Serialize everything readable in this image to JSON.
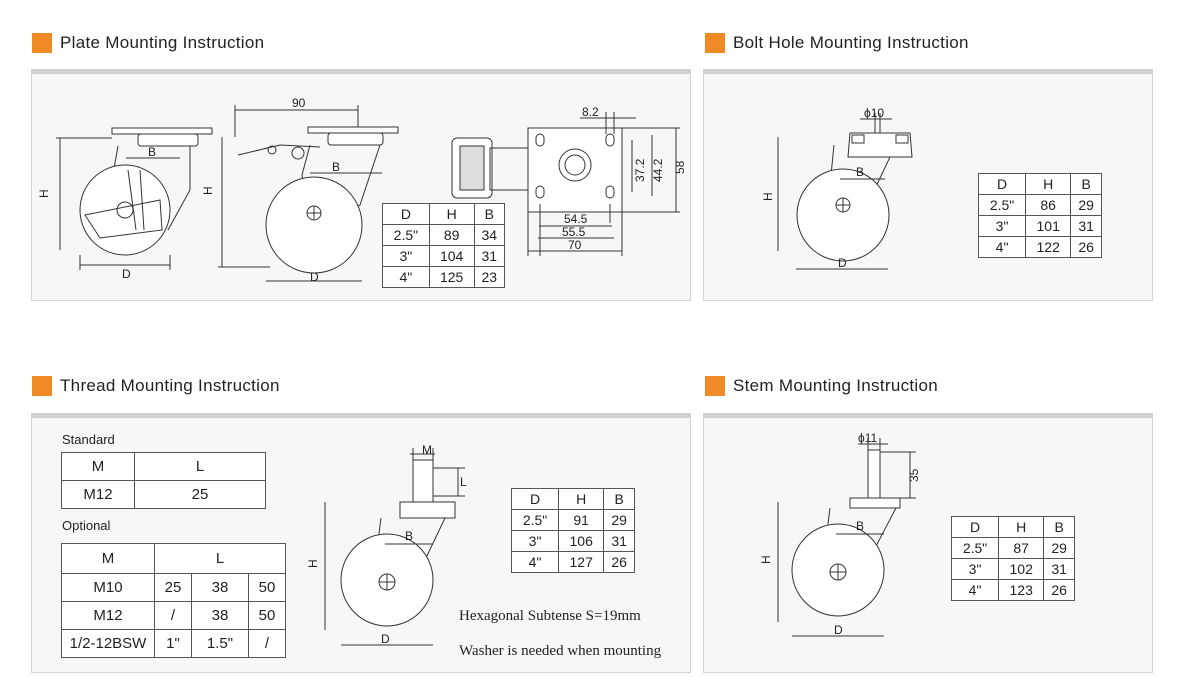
{
  "sections": {
    "plate": {
      "title": "Plate Mounting Instruction",
      "dims": {
        "width": "90",
        "b": "B",
        "h": "H",
        "d": "D",
        "bolt": "8.2",
        "w1": "54.5",
        "w2": "55.5",
        "w3": "70",
        "v1": "37.2",
        "v2": "44.2",
        "v3": "58"
      },
      "table": {
        "headers": [
          "D",
          "H",
          "B"
        ],
        "rows": [
          [
            "2.5\"",
            "89",
            "34"
          ],
          [
            "3\"",
            "104",
            "31"
          ],
          [
            "4\"",
            "125",
            "23"
          ]
        ]
      }
    },
    "bolt": {
      "title": "Bolt Hole Mounting Instruction",
      "dims": {
        "phi": "ϕ10",
        "b": "B",
        "h": "H",
        "d": "D"
      },
      "table": {
        "headers": [
          "D",
          "H",
          "B"
        ],
        "rows": [
          [
            "2.5\"",
            "86",
            "29"
          ],
          [
            "3\"",
            "101",
            "31"
          ],
          [
            "4\"",
            "122",
            "26"
          ]
        ]
      }
    },
    "thread": {
      "title": "Thread Mounting Instruction",
      "standard_label": "Standard",
      "standard_table": {
        "headers": [
          "M",
          "L"
        ],
        "rows": [
          [
            "M12",
            "25"
          ]
        ]
      },
      "optional_label": "Optional",
      "optional_table": {
        "headers": [
          "M",
          "L"
        ],
        "rows": [
          [
            "M10",
            "25",
            "38",
            "50"
          ],
          [
            "M12",
            "/",
            "38",
            "50"
          ],
          [
            "1/2-12BSW",
            "1\"",
            "1.5\"",
            "/"
          ]
        ]
      },
      "dims": {
        "m": "M",
        "l": "L",
        "b": "B",
        "h": "H",
        "d": "D"
      },
      "table": {
        "headers": [
          "D",
          "H",
          "B"
        ],
        "rows": [
          [
            "2.5\"",
            "91",
            "29"
          ],
          [
            "3\"",
            "106",
            "31"
          ],
          [
            "4\"",
            "127",
            "26"
          ]
        ]
      },
      "note1": "Hexagonal Subtense S=19mm",
      "note2": "Washer is needed when mounting"
    },
    "stem": {
      "title": "Stem Mounting Instruction",
      "dims": {
        "phi": "ϕ11",
        "stem": "35",
        "b": "B",
        "h": "H",
        "d": "D"
      },
      "table": {
        "headers": [
          "D",
          "H",
          "B"
        ],
        "rows": [
          [
            "2.5\"",
            "87",
            "29"
          ],
          [
            "3\"",
            "102",
            "31"
          ],
          [
            "4\"",
            "123",
            "26"
          ]
        ]
      }
    }
  },
  "colors": {
    "accent": "#f08a24",
    "panel": "#f7f7f7",
    "line": "#333333"
  }
}
